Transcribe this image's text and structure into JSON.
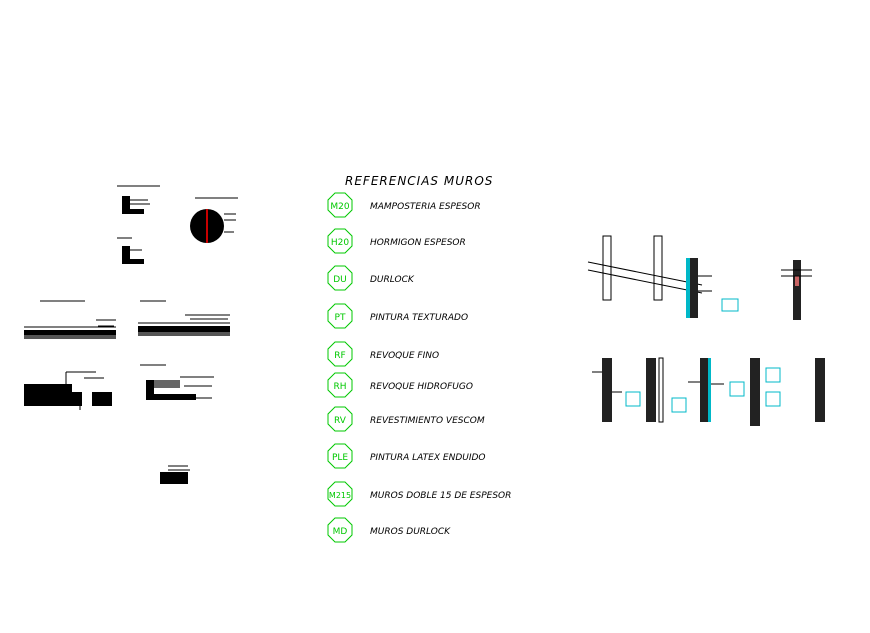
{
  "legend": {
    "title": "REFERENCIAS MUROS",
    "items": [
      {
        "code": "M20",
        "label": "MAMPOSTERIA ESPESOR"
      },
      {
        "code": "H20",
        "label": "HORMIGON ESPESOR"
      },
      {
        "code": "DU",
        "label": "DURLOCK"
      },
      {
        "code": "PT",
        "label": "PINTURA TEXTURADO"
      },
      {
        "code": "RF",
        "label": "REVOQUE FINO"
      },
      {
        "code": "RH",
        "label": "REVOQUE HIDROFUGO"
      },
      {
        "code": "RV",
        "label": "REVESTIMIENTO VESCOM"
      },
      {
        "code": "PLE",
        "label": "PINTURA LATEX ENDUIDO"
      },
      {
        "code": "M215",
        "label": "MUROS DOBLE 15 DE ESPESOR"
      },
      {
        "code": "MD",
        "label": "MUROS DURLOCK"
      }
    ]
  },
  "colors": {
    "code_color": "#00c800",
    "ink": "#000000",
    "accent": "#00b8c8",
    "highlight": "#c80000",
    "background": "#ffffff"
  }
}
